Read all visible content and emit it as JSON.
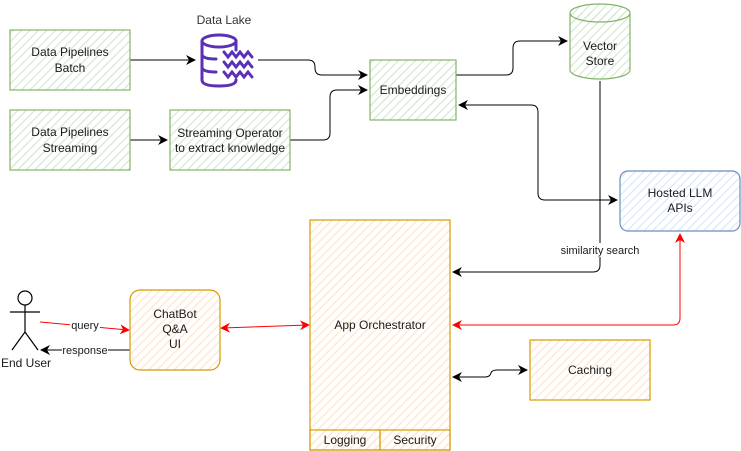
{
  "colors": {
    "green_stroke": "#82b366",
    "green_hatch": "#d5e8d4",
    "orange_stroke": "#d79b00",
    "orange_hatch": "#ffe6cc",
    "blue_stroke": "#6c8ebf",
    "blue_hatch": "#dae8fc",
    "purple_icon": "#5a30b5",
    "edge_black": "#000000",
    "edge_red": "#ff0000"
  },
  "nodes": {
    "batch": {
      "line1": "Data Pipelines",
      "line2": "Batch"
    },
    "streaming": {
      "line1": "Data Pipelines",
      "line2": "Streaming"
    },
    "data_lake": {
      "label": "Data Lake",
      "icon": "data-lake-icon"
    },
    "stream_op": {
      "line1": "Streaming Operator",
      "line2": "to extract knowledge"
    },
    "embeddings": {
      "label": "Embeddings"
    },
    "vector_store": {
      "line1": "Vector",
      "line2": "Store"
    },
    "llm": {
      "line1": "Hosted LLM",
      "line2": "APIs"
    },
    "user": {
      "label": "End User",
      "icon": "actor-icon"
    },
    "chatbot": {
      "line1": "ChatBot",
      "line2": "Q&A",
      "line3": "UI"
    },
    "orchestrator": {
      "label": "App Orchestrator",
      "logging": "Logging",
      "security": "Security"
    },
    "caching": {
      "label": "Caching"
    }
  },
  "edges": {
    "query": "query",
    "response": "response",
    "similarity": "similarity search"
  }
}
